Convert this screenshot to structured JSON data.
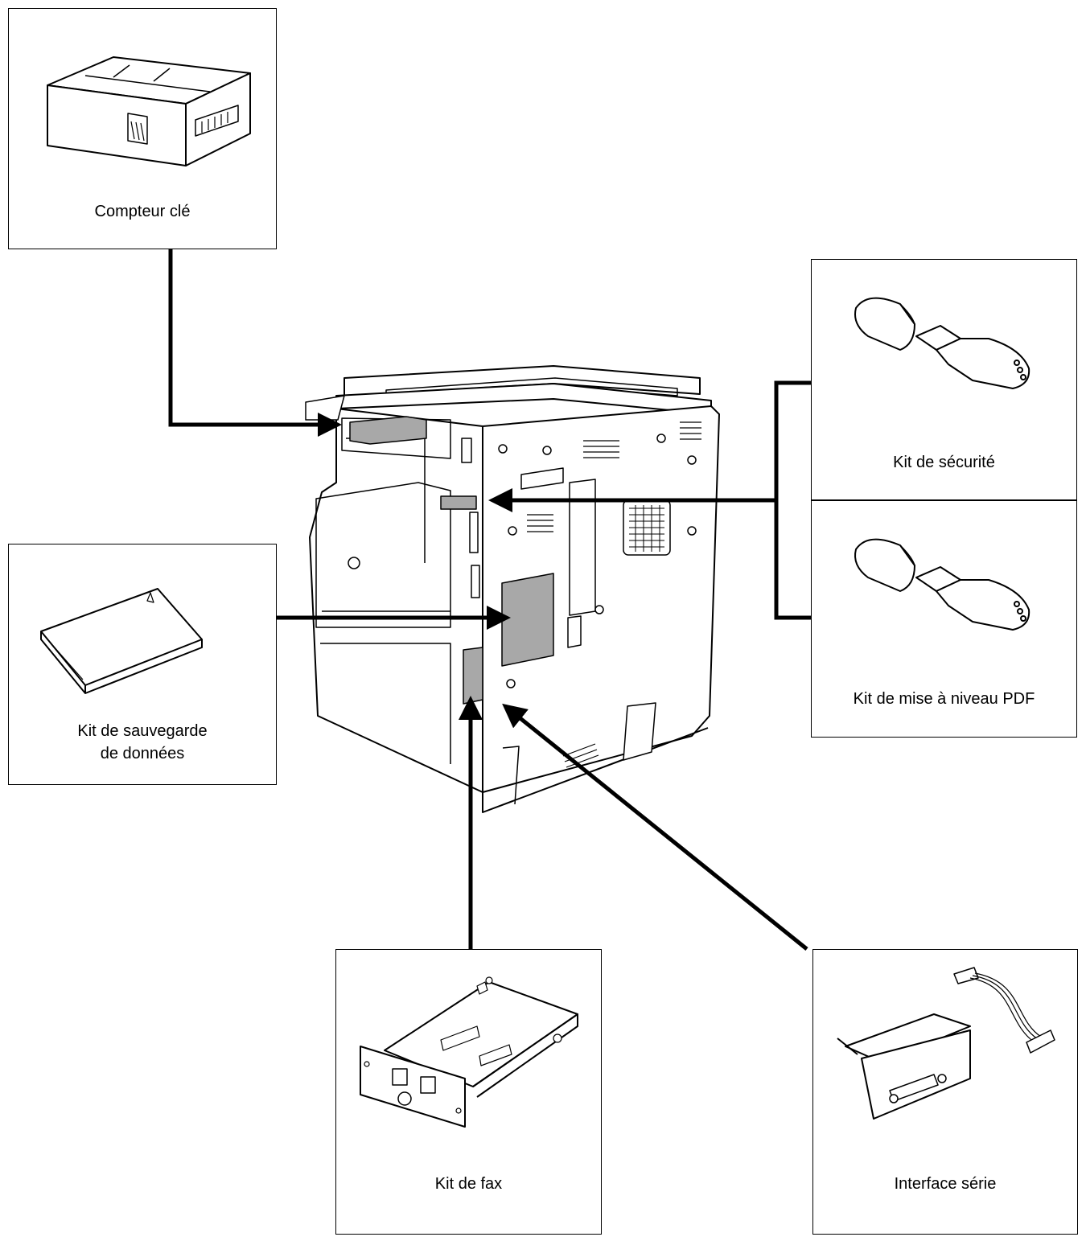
{
  "accessories": {
    "key_counter": {
      "label": "Compteur clé",
      "icon": "key-counter-icon"
    },
    "security_kit": {
      "label": "Kit de sécurité",
      "icon": "usb-key-icon"
    },
    "pdf_upgrade_kit": {
      "label": "Kit de mise à niveau PDF",
      "icon": "usb-key-icon"
    },
    "data_backup_kit": {
      "label_line1": "Kit de sauvegarde",
      "label_line2": "de données",
      "icon": "compact-flash-card-icon"
    },
    "fax_kit": {
      "label": "Kit de fax",
      "icon": "fax-board-icon"
    },
    "serial_interface": {
      "label": "Interface série",
      "icon": "serial-interface-board-icon"
    }
  },
  "colors": {
    "line": "#000000",
    "highlight": "#a8a8a8",
    "background": "#ffffff"
  }
}
